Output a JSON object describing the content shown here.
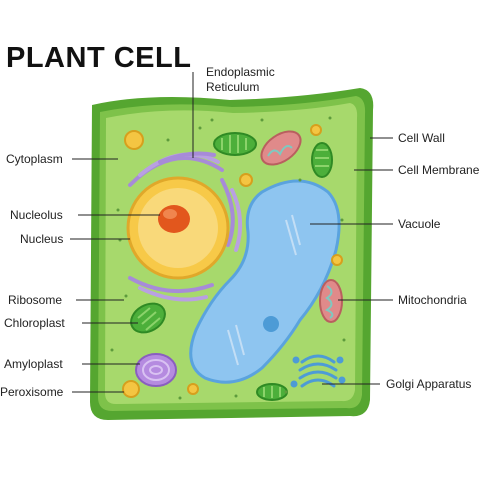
{
  "title": "PLANT CELL",
  "labels": {
    "er_line1": "Endoplasmic",
    "er_line2": "Reticulum",
    "cytoplasm": "Cytoplasm",
    "nucleolus": "Nucleolus",
    "nucleus": "Nucleus",
    "ribosome": "Ribosome",
    "chloroplast": "Chloroplast",
    "amyloplast": "Amyloplast",
    "peroxisome": "Peroxisome",
    "cell_wall": "Cell Wall",
    "cell_membrane": "Cell Membrane",
    "vacuole": "Vacuole",
    "mitochondria": "Mitochondria",
    "golgi": "Golgi Apparatus"
  },
  "colors": {
    "cell_wall": "#55a630",
    "cytoplasm": "#a7d96c",
    "nucleus": "#f7c948",
    "nucleolus": "#e2571d",
    "vacuole": "#8ec5f0",
    "er": "#a78bd8",
    "chloroplast": "#4caf3a",
    "mitochondria": "#e08a8a",
    "amyloplast": "#b58be0",
    "golgi": "#4d9bd6",
    "granule": "#f4c542"
  }
}
